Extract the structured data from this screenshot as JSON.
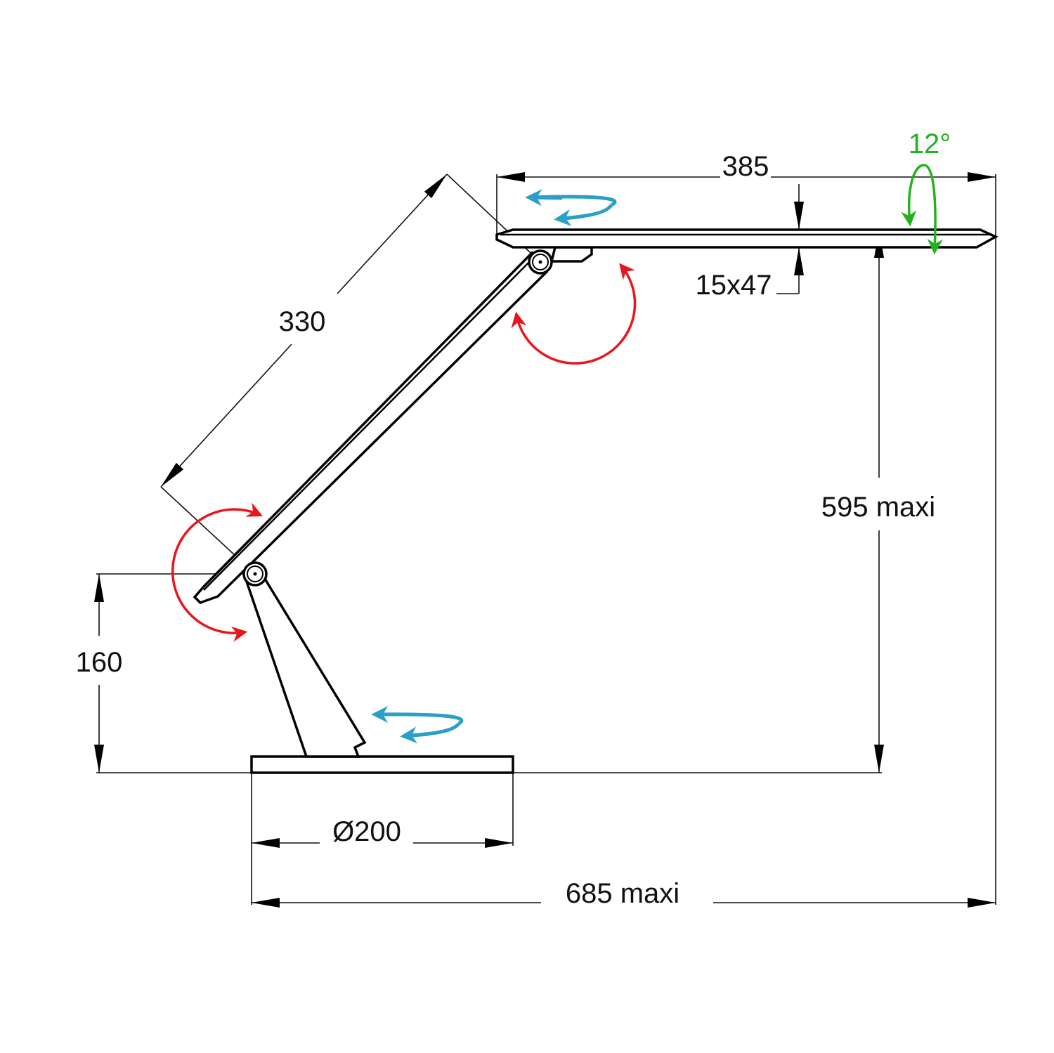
{
  "dimensions": {
    "head_length": "385",
    "head_section": "15x47",
    "arm_length": "330",
    "max_height": "595 maxi",
    "joint_height": "160",
    "base_diameter": "Ø200",
    "max_reach": "685 maxi",
    "head_tilt": "12°"
  },
  "colors": {
    "pivot_arrows": "#e8161b",
    "swivel_arrows": "#2a9fc9",
    "tilt_arrows": "#22b21e",
    "lines": "#000000"
  }
}
